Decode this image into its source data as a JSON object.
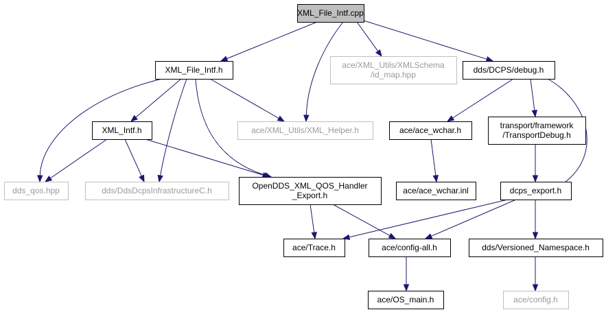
{
  "diagram": {
    "colors": {
      "edge": "#191970",
      "root_fill": "#bfbfbf",
      "node_border": "#000000",
      "external_border": "#bfbfbf",
      "external_text": "#9a9a9a"
    },
    "nodes": [
      {
        "id": "xml-file-intf-cpp",
        "lines": [
          "XML_File_Intf.cpp"
        ],
        "kind": "root"
      },
      {
        "id": "xml-file-intf-h",
        "lines": [
          "XML_File_Intf.h"
        ],
        "kind": "normal"
      },
      {
        "id": "ace-xml-utils-xmlschema-id-map-hpp",
        "lines": [
          "ace/XML_Utils/XMLSchema",
          "/id_map.hpp"
        ],
        "kind": "external"
      },
      {
        "id": "dds-dcps-debug-h",
        "lines": [
          "dds/DCPS/debug.h"
        ],
        "kind": "normal"
      },
      {
        "id": "xml-intf-h",
        "lines": [
          "XML_Intf.h"
        ],
        "kind": "normal"
      },
      {
        "id": "ace-xml-utils-xml-helper-h",
        "lines": [
          "ace/XML_Utils/XML_Helper.h"
        ],
        "kind": "external"
      },
      {
        "id": "ace-ace-wchar-h",
        "lines": [
          "ace/ace_wchar.h"
        ],
        "kind": "normal"
      },
      {
        "id": "transport-framework-transportdebug-h",
        "lines": [
          "transport/framework",
          "/TransportDebug.h"
        ],
        "kind": "normal"
      },
      {
        "id": "dds-qos-hpp",
        "lines": [
          "dds_qos.hpp"
        ],
        "kind": "external"
      },
      {
        "id": "dds-ddsdcpsinfrastructurec-h",
        "lines": [
          "dds/DdsDcpsInfrastructureC.h"
        ],
        "kind": "external"
      },
      {
        "id": "openddds-xml-qos-handler-export-h",
        "lines": [
          "OpenDDS_XML_QOS_Handler",
          "_Export.h"
        ],
        "kind": "normal"
      },
      {
        "id": "ace-ace-wchar-inl",
        "lines": [
          "ace/ace_wchar.inl"
        ],
        "kind": "normal"
      },
      {
        "id": "dcps-export-h",
        "lines": [
          "dcps_export.h"
        ],
        "kind": "normal"
      },
      {
        "id": "ace-trace-h",
        "lines": [
          "ace/Trace.h"
        ],
        "kind": "normal"
      },
      {
        "id": "ace-config-all-h",
        "lines": [
          "ace/config-all.h"
        ],
        "kind": "normal"
      },
      {
        "id": "dds-versioned-namespace-h",
        "lines": [
          "dds/Versioned_Namespace.h"
        ],
        "kind": "normal"
      },
      {
        "id": "ace-os-main-h",
        "lines": [
          "ace/OS_main.h"
        ],
        "kind": "normal"
      },
      {
        "id": "ace-config-h",
        "lines": [
          "ace/config.h"
        ],
        "kind": "external"
      }
    ],
    "edges": [
      {
        "from": "xml-file-intf-cpp",
        "to": "xml-file-intf-h"
      },
      {
        "from": "xml-file-intf-cpp",
        "to": "ace-xml-utils-xmlschema-id-map-hpp"
      },
      {
        "from": "xml-file-intf-cpp",
        "to": "dds-dcps-debug-h"
      },
      {
        "from": "xml-file-intf-cpp",
        "to": "ace-xml-utils-xml-helper-h"
      },
      {
        "from": "xml-file-intf-h",
        "to": "xml-intf-h"
      },
      {
        "from": "xml-file-intf-h",
        "to": "ace-xml-utils-xml-helper-h"
      },
      {
        "from": "xml-file-intf-h",
        "to": "dds-qos-hpp"
      },
      {
        "from": "xml-file-intf-h",
        "to": "dds-ddsdcpsinfrastructurec-h"
      },
      {
        "from": "xml-file-intf-h",
        "to": "openddds-xml-qos-handler-export-h"
      },
      {
        "from": "xml-intf-h",
        "to": "dds-qos-hpp"
      },
      {
        "from": "xml-intf-h",
        "to": "dds-ddsdcpsinfrastructurec-h"
      },
      {
        "from": "xml-intf-h",
        "to": "openddds-xml-qos-handler-export-h"
      },
      {
        "from": "dds-dcps-debug-h",
        "to": "ace-ace-wchar-h"
      },
      {
        "from": "dds-dcps-debug-h",
        "to": "transport-framework-transportdebug-h"
      },
      {
        "from": "dds-dcps-debug-h",
        "to": "dcps-export-h"
      },
      {
        "from": "ace-ace-wchar-h",
        "to": "ace-ace-wchar-inl"
      },
      {
        "from": "transport-framework-transportdebug-h",
        "to": "dcps-export-h"
      },
      {
        "from": "openddds-xml-qos-handler-export-h",
        "to": "ace-trace-h"
      },
      {
        "from": "openddds-xml-qos-handler-export-h",
        "to": "ace-config-all-h"
      },
      {
        "from": "dcps-export-h",
        "to": "ace-trace-h"
      },
      {
        "from": "dcps-export-h",
        "to": "ace-config-all-h"
      },
      {
        "from": "dcps-export-h",
        "to": "dds-versioned-namespace-h"
      },
      {
        "from": "ace-config-all-h",
        "to": "ace-os-main-h"
      },
      {
        "from": "dds-versioned-namespace-h",
        "to": "ace-config-h"
      }
    ]
  }
}
